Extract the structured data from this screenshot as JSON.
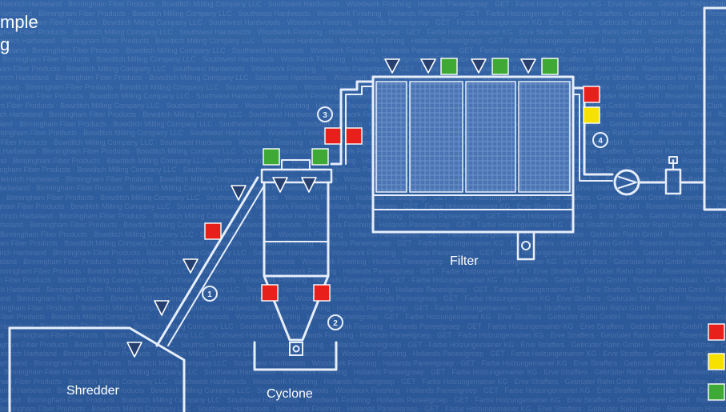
{
  "title": {
    "line1": "mple",
    "line2": "g"
  },
  "labels": {
    "shredder": "Shredder",
    "cyclone": "Cyclone",
    "filter": "Filter"
  },
  "step_numbers": [
    "1",
    "2",
    "3",
    "4"
  ],
  "legend": {
    "colors": [
      "#e8201b",
      "#f7e100",
      "#3eaa35"
    ]
  },
  "colors": {
    "background": "#2f5d9e",
    "line": "#e6eefb",
    "sensor_red": "#e8201b",
    "sensor_yellow": "#f7e100",
    "sensor_green": "#3eaa35",
    "triangle_fill": "#263f6e"
  },
  "icons": [
    "pump-icon",
    "valve-icon",
    "rotary-valve-icon",
    "triangle-marker-icon",
    "square-sensor-icon"
  ],
  "background_text": "Heinrich Harbeland · Birmingham Fiber Products · Bowditch Milling Company LLC · Southwest Hardwoods · Woodwork Finishing · Hollands Paneelgroep · GET · Farbe Holzungemainer KG · Erve Straffers · Gebrüder Rahn GmbH · Rosenheim Holzbau · Clark Industries · Ortner Möbelbau · Keller Innenausbau · Hendrik Schreinerei · Nordic Timber AB · Pacific Mill Supply · Holztechnik Bayern · Timberline Works · Forêt Industries · Atelier Bois · Wood Products Inc."
}
